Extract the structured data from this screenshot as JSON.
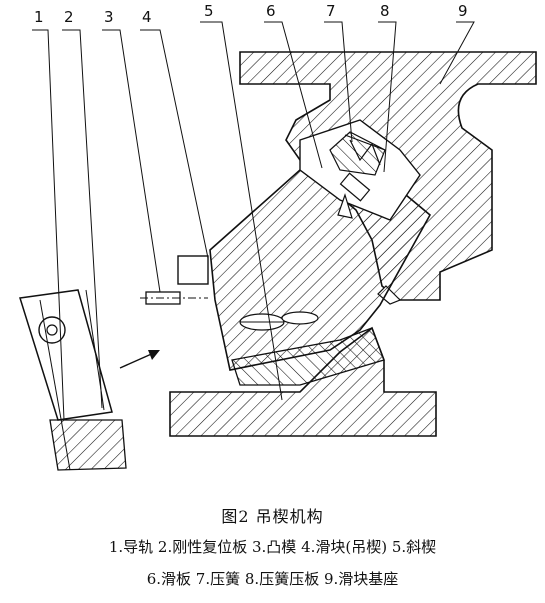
{
  "figure": {
    "title": "图2   吊楔机构",
    "legend_line_1": "1.导轨   2.刚性复位板   3.凸模   4.滑块(吊楔)   5.斜楔",
    "legend_line_2": "6.滑板   7.压簧   8.压簧压板   9.滑块基座"
  },
  "labels": [
    {
      "id": "1",
      "text": "1"
    },
    {
      "id": "2",
      "text": "2"
    },
    {
      "id": "3",
      "text": "3"
    },
    {
      "id": "4",
      "text": "4"
    },
    {
      "id": "5",
      "text": "5"
    },
    {
      "id": "6",
      "text": "6"
    },
    {
      "id": "7",
      "text": "7"
    },
    {
      "id": "8",
      "text": "8"
    },
    {
      "id": "9",
      "text": "9"
    }
  ],
  "colors": {
    "line": "#111111",
    "background": "#ffffff"
  }
}
